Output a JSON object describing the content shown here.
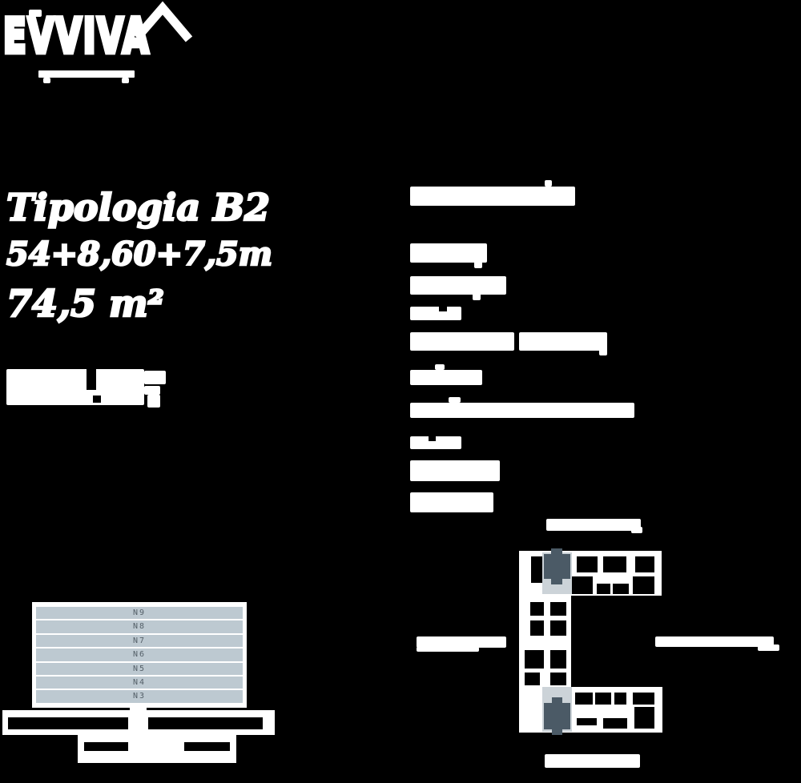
{
  "colors": {
    "background": "#000000",
    "foreground": "#ffffff",
    "table_row_bg": "#bdc9d1",
    "table_text": "#556069",
    "highlight_unit": "#4b5a66",
    "highlight_halo": "#ccd3d8"
  },
  "logo": {
    "brand": "EVVIVA",
    "roof_icon": "house-roof",
    "tagline": ""
  },
  "left_panel": {
    "typology_title": "Tipologia B2",
    "areas_formula": "54+8,60+7,5m",
    "total_area": "74,5 m²"
  },
  "right_panel": {
    "heading": "",
    "feature_lines": [
      "",
      "",
      "",
      "",
      "",
      "",
      "",
      "",
      ""
    ]
  },
  "floor_table": {
    "rows": [
      "N9",
      "N8",
      "N7",
      "N6",
      "N5",
      "N4",
      "N3"
    ]
  },
  "plans": {
    "top_plan_label": "",
    "bottom_plan_label": "",
    "left_side_label": "",
    "right_side_label": ""
  }
}
